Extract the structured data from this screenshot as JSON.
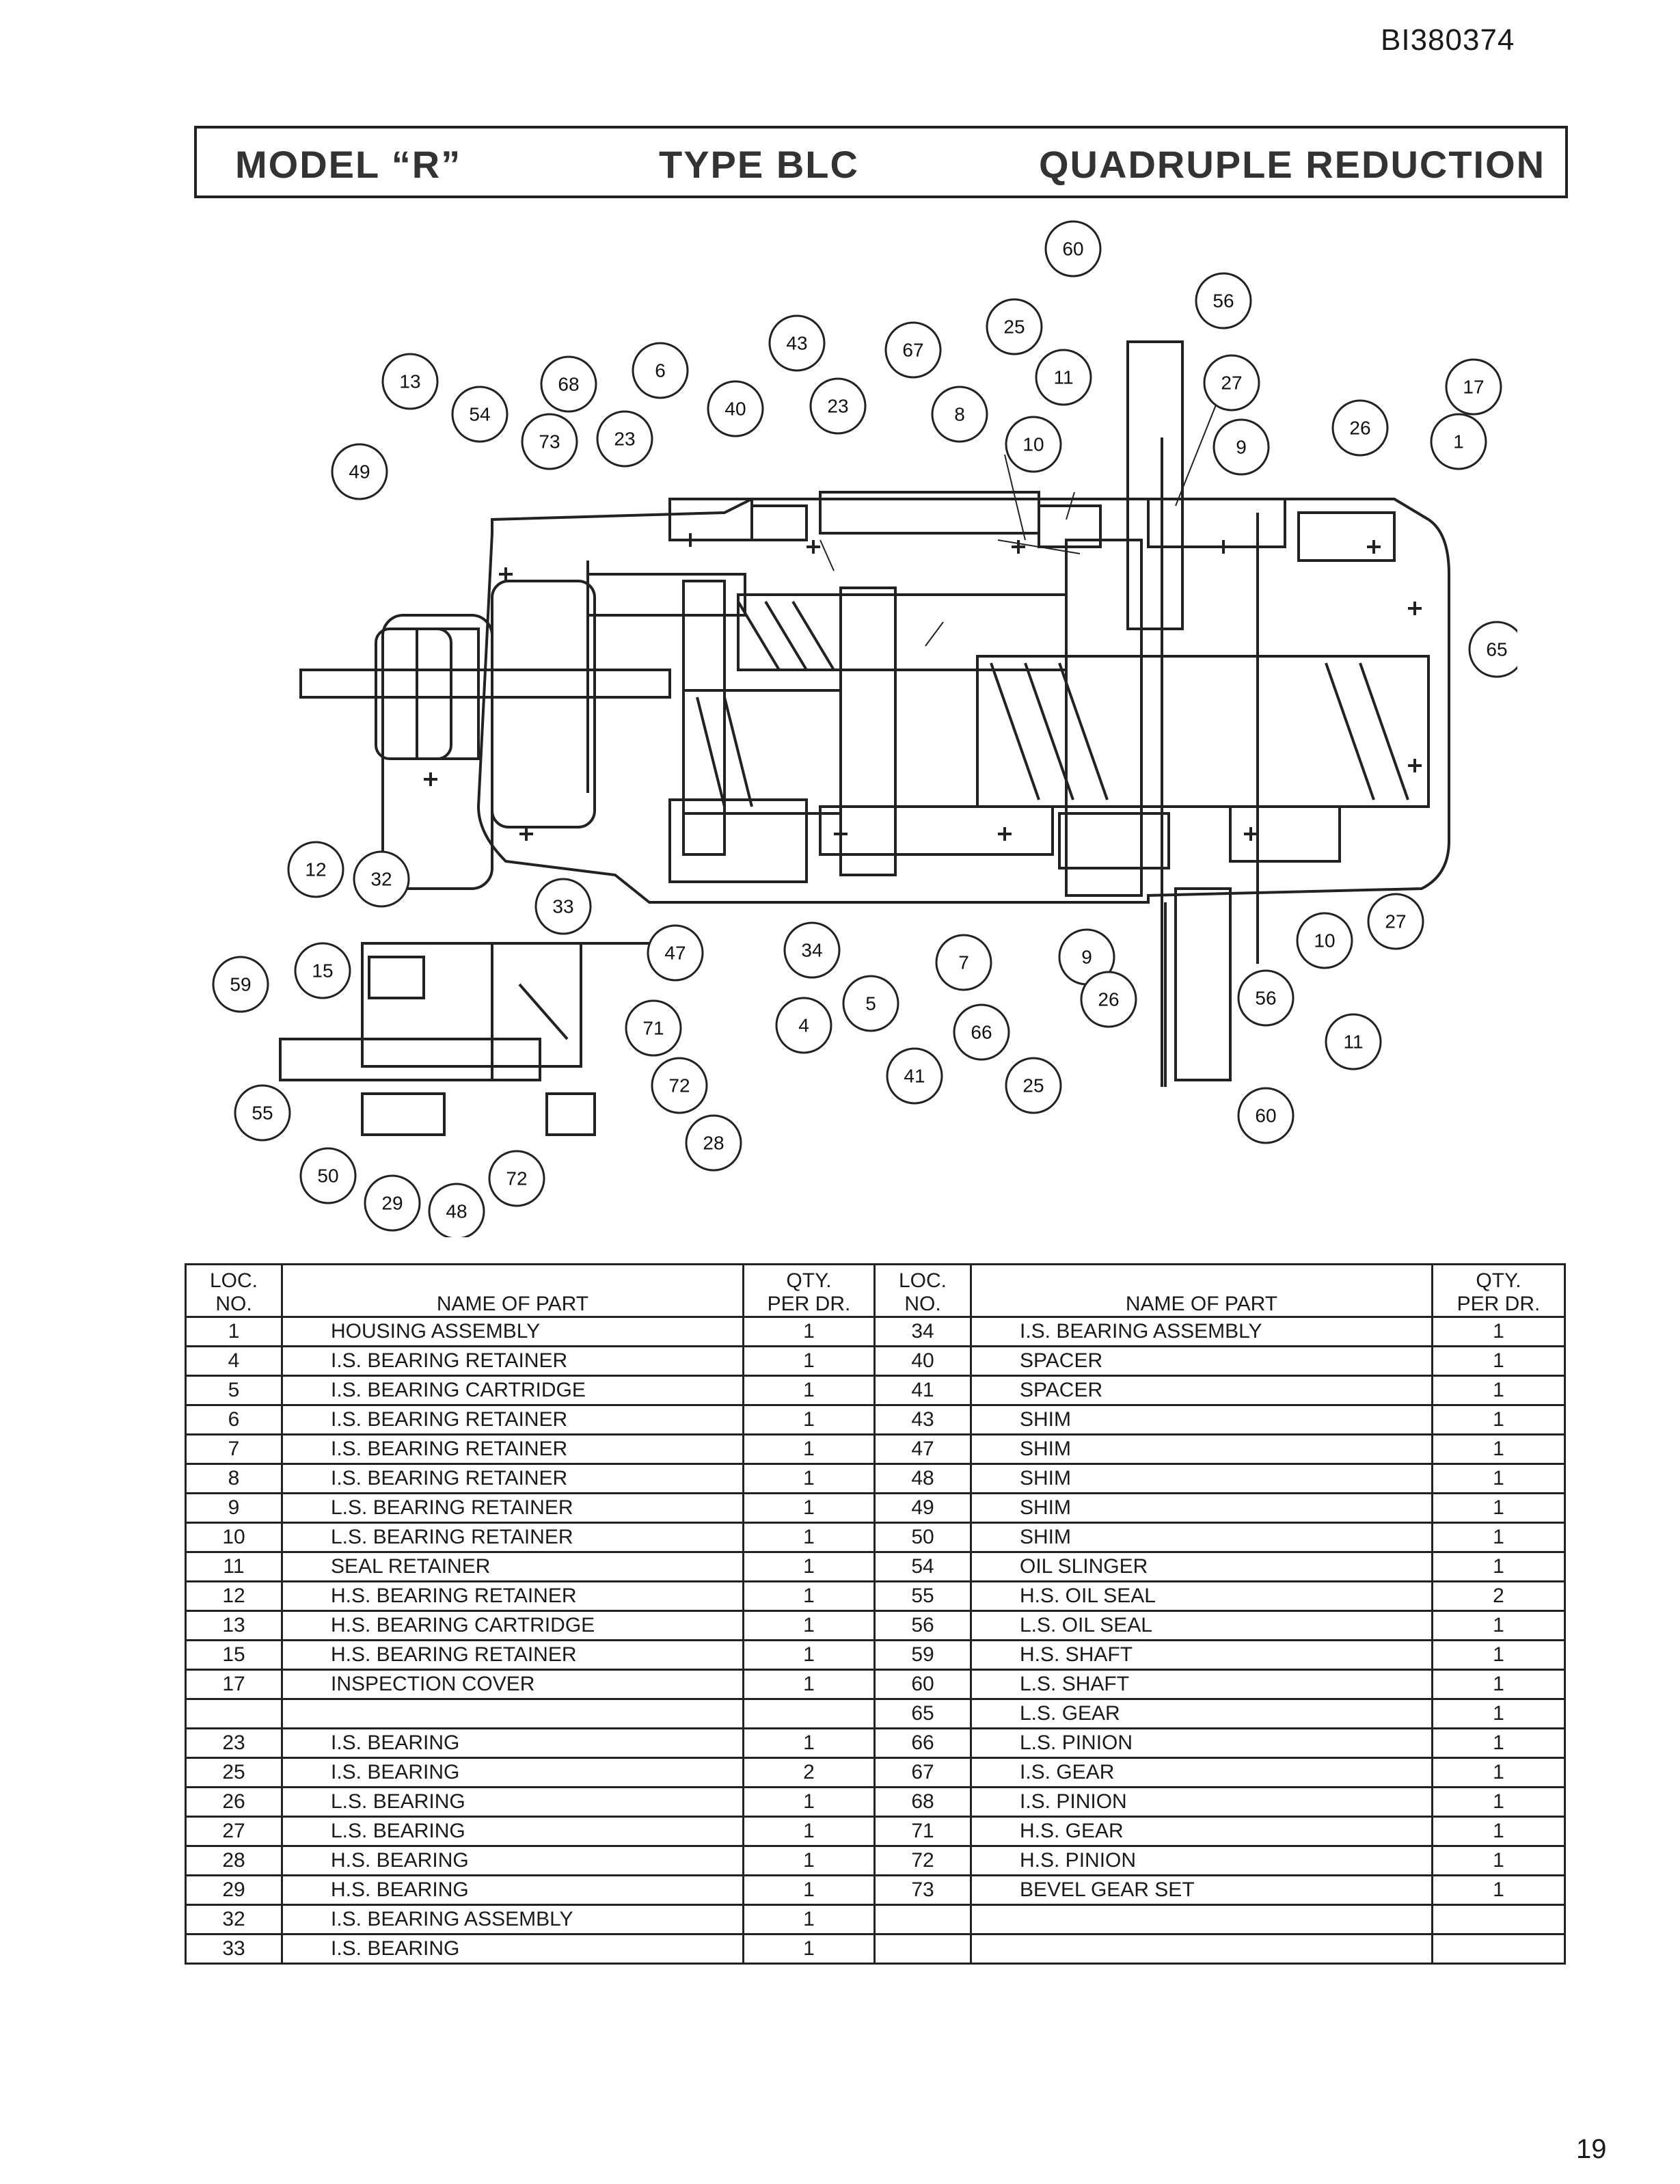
{
  "document_id": "BI380374",
  "page_number": "19",
  "title": {
    "model": "MODEL “R”",
    "type": "TYPE BLC",
    "reduction": "QUADRUPLE REDUCTION"
  },
  "diagram": {
    "callouts": [
      "60",
      "56",
      "25",
      "43",
      "67",
      "11",
      "27",
      "17",
      "13",
      "68",
      "6",
      "40",
      "23",
      "8",
      "26",
      "1",
      "54",
      "10",
      "9",
      "73",
      "23",
      "49",
      "65",
      "12",
      "32",
      "33",
      "47",
      "34",
      "7",
      "9",
      "27",
      "10",
      "59",
      "15",
      "71",
      "5",
      "26",
      "56",
      "4",
      "66",
      "11",
      "72",
      "41",
      "25",
      "60",
      "55",
      "28",
      "50",
      "72",
      "29",
      "48"
    ]
  },
  "table": {
    "headers": {
      "loc_line1": "LOC.",
      "loc_line2": "NO.",
      "name": "NAME OF PART",
      "qty_line1": "QTY.",
      "qty_line2": "PER DR."
    },
    "rows": [
      {
        "l_loc": "1",
        "l_name": "HOUSING ASSEMBLY",
        "l_qty": "1",
        "r_loc": "34",
        "r_name": "I.S. BEARING ASSEMBLY",
        "r_qty": "1"
      },
      {
        "l_loc": "4",
        "l_name": "I.S. BEARING RETAINER",
        "l_qty": "1",
        "r_loc": "40",
        "r_name": "SPACER",
        "r_qty": "1"
      },
      {
        "l_loc": "5",
        "l_name": "I.S. BEARING CARTRIDGE",
        "l_qty": "1",
        "r_loc": "41",
        "r_name": "SPACER",
        "r_qty": "1"
      },
      {
        "l_loc": "6",
        "l_name": "I.S. BEARING RETAINER",
        "l_qty": "1",
        "r_loc": "43",
        "r_name": "SHIM",
        "r_qty": "1"
      },
      {
        "l_loc": "7",
        "l_name": "I.S. BEARING RETAINER",
        "l_qty": "1",
        "r_loc": "47",
        "r_name": "SHIM",
        "r_qty": "1"
      },
      {
        "l_loc": "8",
        "l_name": "I.S. BEARING RETAINER",
        "l_qty": "1",
        "r_loc": "48",
        "r_name": "SHIM",
        "r_qty": "1"
      },
      {
        "l_loc": "9",
        "l_name": "L.S. BEARING RETAINER",
        "l_qty": "1",
        "r_loc": "49",
        "r_name": "SHIM",
        "r_qty": "1"
      },
      {
        "l_loc": "10",
        "l_name": "L.S. BEARING RETAINER",
        "l_qty": "1",
        "r_loc": "50",
        "r_name": "SHIM",
        "r_qty": "1"
      },
      {
        "l_loc": "11",
        "l_name": "SEAL RETAINER",
        "l_qty": "1",
        "r_loc": "54",
        "r_name": "OIL SLINGER",
        "r_qty": "1"
      },
      {
        "l_loc": "12",
        "l_name": "H.S. BEARING RETAINER",
        "l_qty": "1",
        "r_loc": "55",
        "r_name": "H.S. OIL SEAL",
        "r_qty": "2"
      },
      {
        "l_loc": "13",
        "l_name": "H.S. BEARING CARTRIDGE",
        "l_qty": "1",
        "r_loc": "56",
        "r_name": "L.S. OIL SEAL",
        "r_qty": "1"
      },
      {
        "l_loc": "15",
        "l_name": "H.S. BEARING RETAINER",
        "l_qty": "1",
        "r_loc": "59",
        "r_name": "H.S. SHAFT",
        "r_qty": "1"
      },
      {
        "l_loc": "17",
        "l_name": "INSPECTION COVER",
        "l_qty": "1",
        "r_loc": "60",
        "r_name": "L.S. SHAFT",
        "r_qty": "1"
      },
      {
        "l_loc": "",
        "l_name": "",
        "l_qty": "",
        "r_loc": "65",
        "r_name": "L.S. GEAR",
        "r_qty": "1"
      },
      {
        "l_loc": "23",
        "l_name": "I.S. BEARING",
        "l_qty": "1",
        "r_loc": "66",
        "r_name": "L.S. PINION",
        "r_qty": "1"
      },
      {
        "l_loc": "25",
        "l_name": "I.S. BEARING",
        "l_qty": "2",
        "r_loc": "67",
        "r_name": "I.S. GEAR",
        "r_qty": "1"
      },
      {
        "l_loc": "26",
        "l_name": "L.S. BEARING",
        "l_qty": "1",
        "r_loc": "68",
        "r_name": "I.S. PINION",
        "r_qty": "1"
      },
      {
        "l_loc": "27",
        "l_name": "L.S. BEARING",
        "l_qty": "1",
        "r_loc": "71",
        "r_name": "H.S. GEAR",
        "r_qty": "1"
      },
      {
        "l_loc": "28",
        "l_name": "H.S. BEARING",
        "l_qty": "1",
        "r_loc": "72",
        "r_name": "H.S. PINION",
        "r_qty": "1"
      },
      {
        "l_loc": "29",
        "l_name": "H.S. BEARING",
        "l_qty": "1",
        "r_loc": "73",
        "r_name": "BEVEL GEAR SET",
        "r_qty": "1"
      },
      {
        "l_loc": "32",
        "l_name": "I.S. BEARING ASSEMBLY",
        "l_qty": "1",
        "r_loc": "",
        "r_name": "",
        "r_qty": ""
      },
      {
        "l_loc": "33",
        "l_name": "I.S. BEARING",
        "l_qty": "1",
        "r_loc": "",
        "r_name": "",
        "r_qty": ""
      }
    ]
  }
}
